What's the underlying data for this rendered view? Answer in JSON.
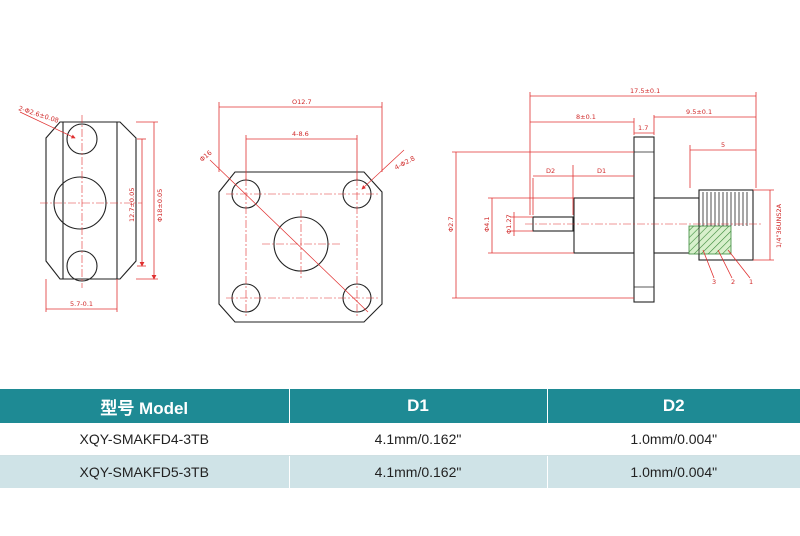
{
  "drawing": {
    "left_view": {
      "hole_dims": "2-Φ2.6±0.08",
      "height_dim_1": "12.7±0.05",
      "height_dim_2": "Φ18±0.05",
      "width_dim": "5.7-0.1"
    },
    "front_view": {
      "outer": "Ο12.7",
      "spacing": "4-8.6",
      "corner": "Φ16",
      "holes": "4-Φ2.8"
    },
    "side_view": {
      "overall_length": "17.5±0.1",
      "length_8": "8±0.1",
      "length_9_5": "9.5±0.1",
      "flange": "1.7",
      "thread_len": "5",
      "label_d2": "D2",
      "label_d1": "D1",
      "flange_dia": "Φ2.7",
      "dia_4_1": "Φ4.1",
      "dia_1_27": "Φ1.27",
      "thread": "1/4\"36UNS2A",
      "callout_3": "3",
      "callout_2": "2",
      "callout_1": "1"
    }
  },
  "table": {
    "headers": [
      "型号 Model",
      "D1",
      "D2"
    ],
    "rows": [
      [
        "XQY-SMAKFD4-3TB",
        "4.1mm/0.162\"",
        "1.0mm/0.004\""
      ],
      [
        "XQY-SMAKFD5-3TB",
        "4.1mm/0.162\"",
        "1.0mm/0.004\""
      ]
    ]
  }
}
